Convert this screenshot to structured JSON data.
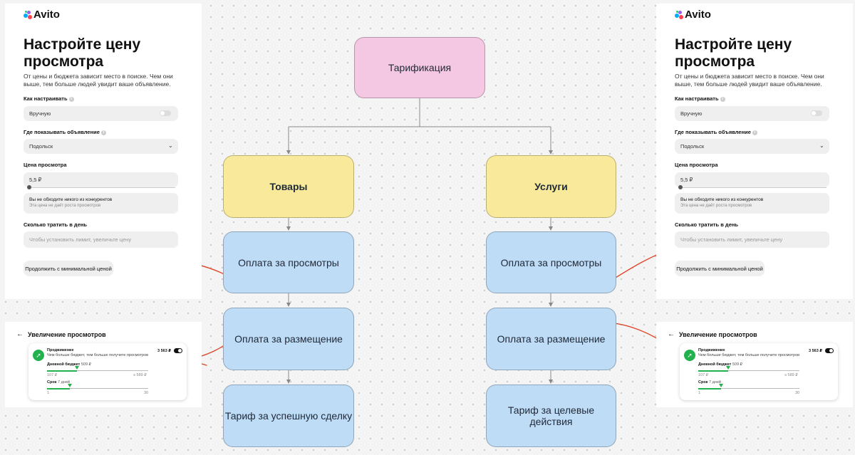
{
  "diagram": {
    "root": "Тарификация",
    "branches": [
      {
        "title": "Товары",
        "steps": [
          "Оплата за просмотры",
          "Оплата за размещение",
          "Тариф за успешную сделку"
        ]
      },
      {
        "title": "Услуги",
        "steps": [
          "Оплата за просмотры",
          "Оплата за размещение",
          "Тариф за целевые действия"
        ]
      }
    ],
    "colors": {
      "root": "#f4c8e2",
      "branch": "#f8ea9a",
      "step": "#bfdcf7",
      "annotation_arrow": "#e0462a"
    }
  },
  "settings_panel": {
    "logo": "Avito",
    "title": "Настройте цену просмотра",
    "subtitle": "От цены и бюджета зависит место в поиске. Чем они выше, тем больше людей увидит ваше объявление.",
    "how_label": "Как настраивать",
    "how_value": "Вручную",
    "where_label": "Где показывать объявление",
    "where_value": "Подольск",
    "price_label": "Цена просмотра",
    "price_value": "5,5 ₽",
    "hint_title": "Вы не обходите никого из конкурентов",
    "hint_text": "Эта цена не даёт роста просмотров",
    "spend_label": "Сколько тратить в день",
    "spend_placeholder": "Чтобы установить лимит, увеличьте цену",
    "continue_button": "Продолжить с минимальной ценой",
    "icons": {
      "info": "info-icon",
      "chevron": "chevron-down-icon",
      "toggle": "toggle-off"
    }
  },
  "promo_panel": {
    "back_title": "Увеличение просмотров",
    "card_title": "Продвижение",
    "card_subtitle": "Чем больше бюджет, тем больше получите просмотров",
    "amount": "3 563 ₽",
    "budget_label": "Дневной бюджет",
    "budget_value": "509 ₽",
    "budget_min": "107 ₽",
    "budget_max": "≤ 589 ₽",
    "duration_label": "Срок",
    "duration_value": "7 дней",
    "duration_min": "1",
    "duration_max": "30",
    "icons": {
      "back": "arrow-left-icon",
      "promo": "rocket-icon",
      "switch": "toggle-on"
    }
  }
}
